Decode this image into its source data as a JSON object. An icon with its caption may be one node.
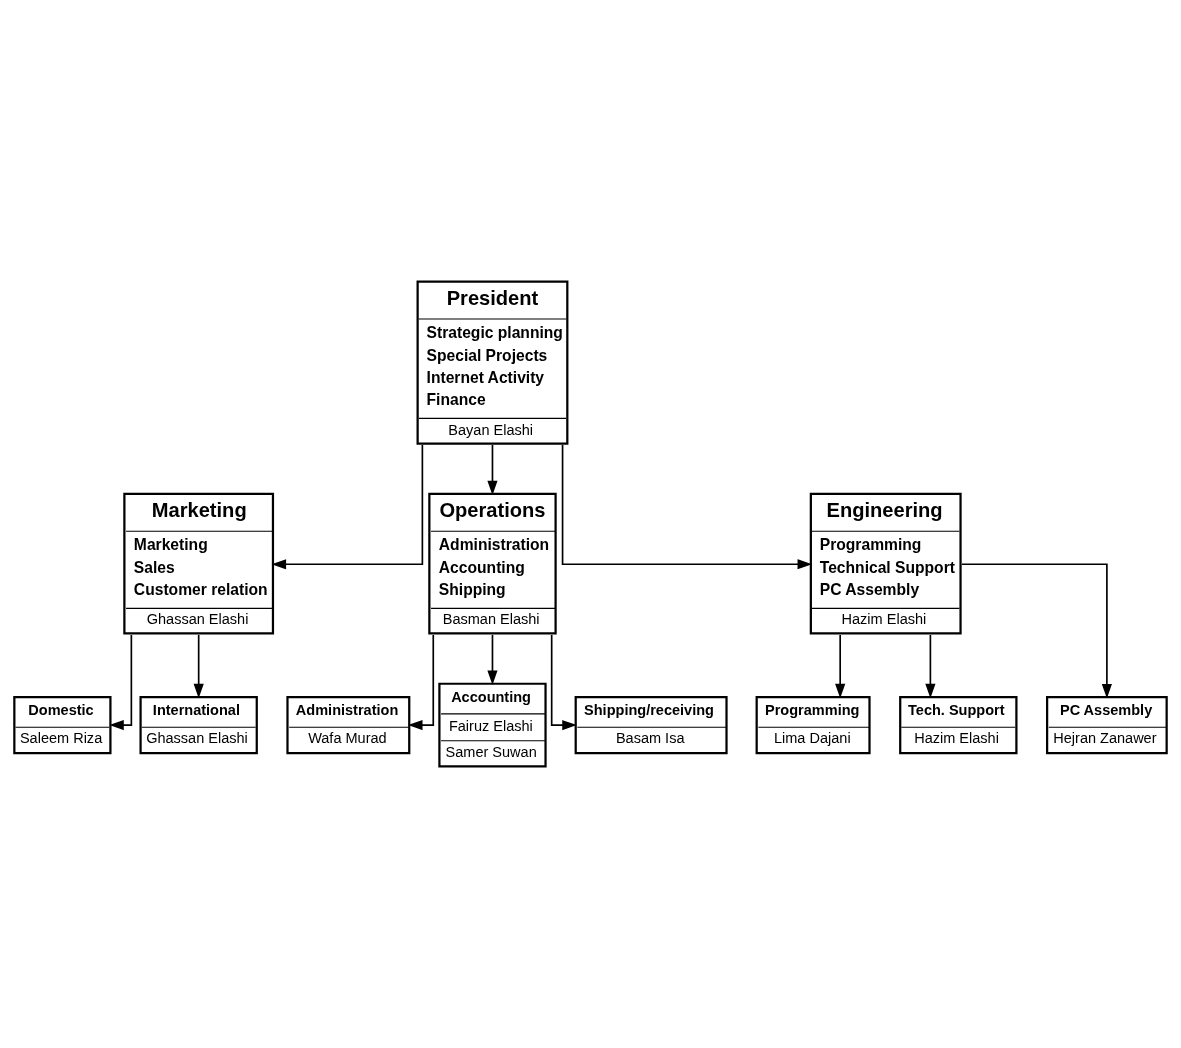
{
  "diagram": {
    "nodes": [
      {
        "text": [
          "President",
          "Strategic planning",
          "Special Projects",
          "Internet Activity",
          "Finance",
          "Bayan Elashi"
        ]
      },
      {
        "text": [
          "Marketing",
          "Marketing",
          "Sales",
          "Customer relation",
          "Ghassan Elashi"
        ]
      },
      {
        "text": [
          "Operations",
          "Administration",
          "Accounting",
          "Shipping",
          "Basman Elashi"
        ]
      },
      {
        "text": [
          "Engineering",
          "Programming",
          "Technical Support",
          "PC Assembly",
          "Hazim Elashi"
        ]
      },
      {
        "text": [
          "Domestic",
          "Saleem Riza"
        ]
      },
      {
        "text": [
          "International",
          "Ghassan Elashi"
        ]
      },
      {
        "text": [
          "Administration",
          "Wafa Murad"
        ]
      },
      {
        "text": [
          "Accounting",
          "Fairuz Elashi",
          "Samer Suwan"
        ]
      },
      {
        "text": [
          "Shipping/receiving",
          "Basam Isa"
        ]
      },
      {
        "text": [
          "Programming",
          "Lima Dajani"
        ]
      },
      {
        "text": [
          "Tech. Support",
          "Hazim Elashi"
        ]
      },
      {
        "text": [
          "PC Assembly",
          "Hejran Zanawer"
        ]
      }
    ],
    "edges": [
      {
        "from": 0,
        "to": 1,
        "arrow": "to"
      },
      {
        "from": 0,
        "to": 2,
        "arrow": "to"
      },
      {
        "from": 0,
        "to": 3,
        "arrow": "to"
      },
      {
        "from": 1,
        "to": 4,
        "arrow": "to"
      },
      {
        "from": 1,
        "to": 5,
        "arrow": "to"
      },
      {
        "from": 2,
        "to": 6,
        "arrow": "to"
      },
      {
        "from": 2,
        "to": 7,
        "arrow": "to"
      },
      {
        "from": 2,
        "to": 8,
        "arrow": "to"
      },
      {
        "from": 3,
        "to": 9,
        "arrow": "to"
      },
      {
        "from": 3,
        "to": 10,
        "arrow": "to"
      },
      {
        "from": 3,
        "to": 11,
        "arrow": "to"
      }
    ]
  }
}
